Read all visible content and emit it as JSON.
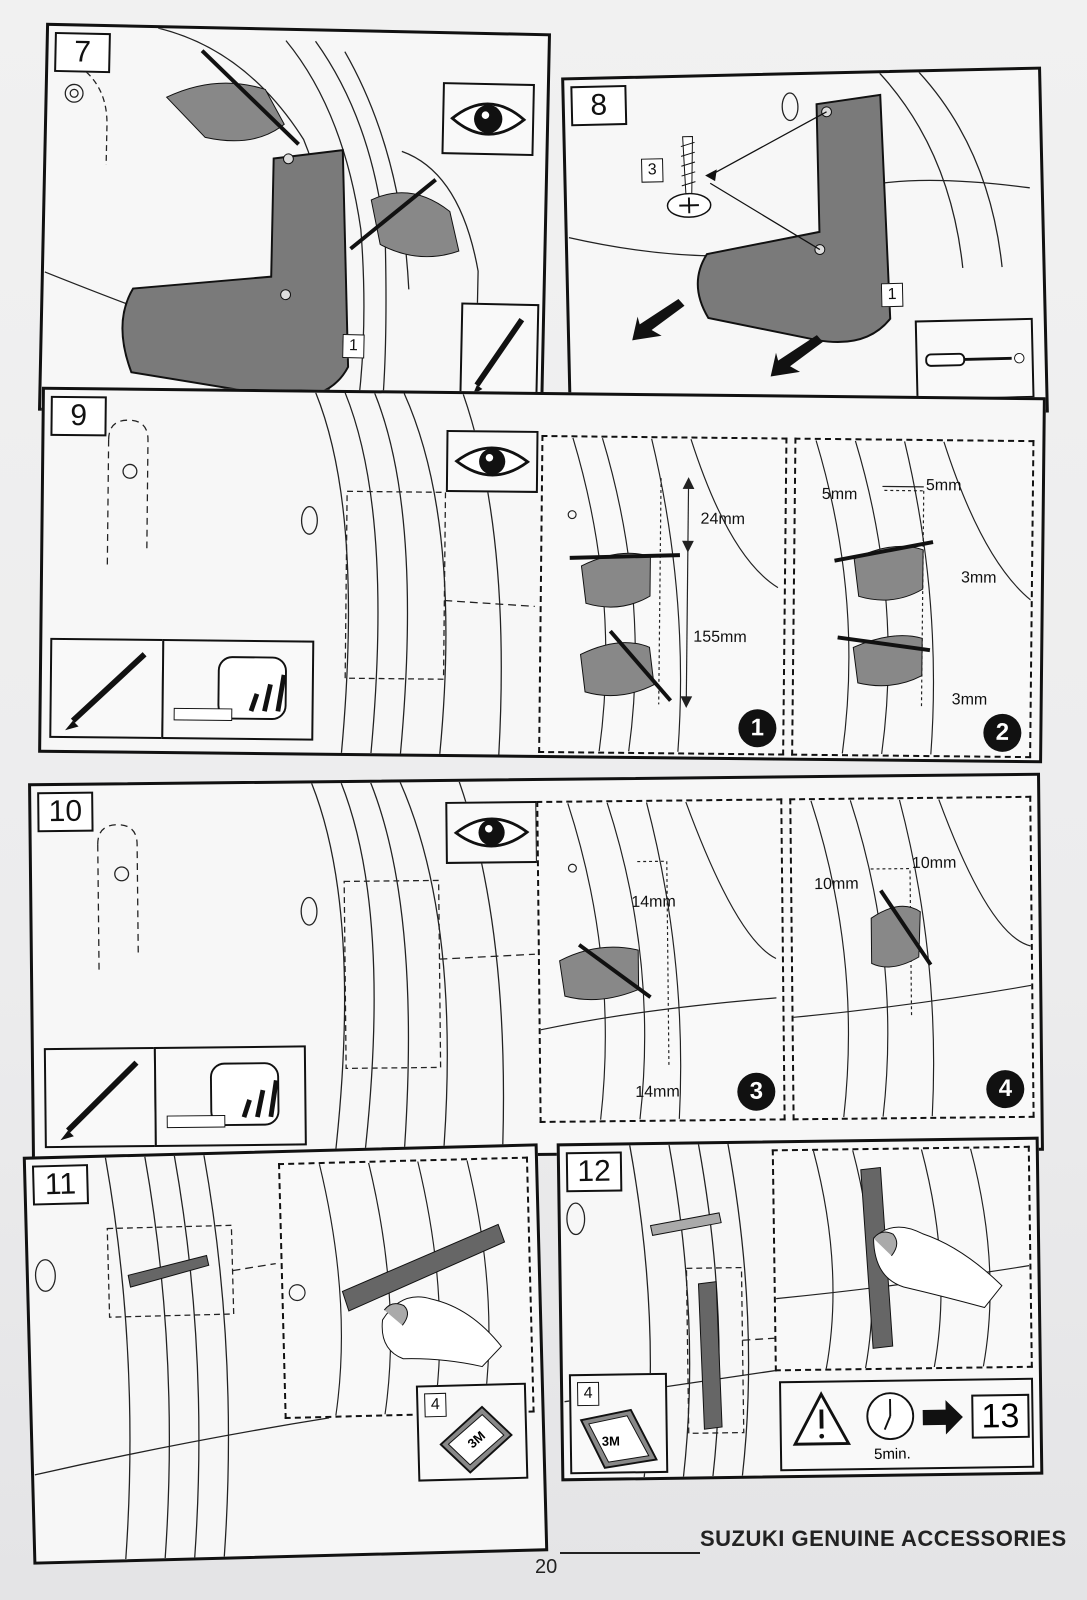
{
  "steps": [
    {
      "number": "7"
    },
    {
      "number": "8"
    },
    {
      "number": "9"
    },
    {
      "number": "10"
    },
    {
      "number": "11"
    },
    {
      "number": "12"
    }
  ],
  "parts": {
    "mudflap": "1",
    "screw": "3",
    "adhesive_pad": "4"
  },
  "step9": {
    "detail1": {
      "top": "24mm",
      "length": "155mm",
      "marker": "1"
    },
    "detail2": {
      "left": "5mm",
      "right": "5mm",
      "gap_top": "3mm",
      "gap_bottom": "3mm",
      "marker": "2"
    }
  },
  "step10": {
    "detail3": {
      "top": "14mm",
      "bottom": "14mm",
      "marker": "3"
    },
    "detail4": {
      "left": "10mm",
      "right": "10mm",
      "marker": "4"
    }
  },
  "step12": {
    "wait_time": "5min.",
    "next_step": "13",
    "adhesive_label": "3M"
  },
  "step11": {
    "adhesive_label": "3M"
  },
  "footer": {
    "brand": "SUZUKI GENUINE ACCESSORIES",
    "page_number": "20"
  }
}
